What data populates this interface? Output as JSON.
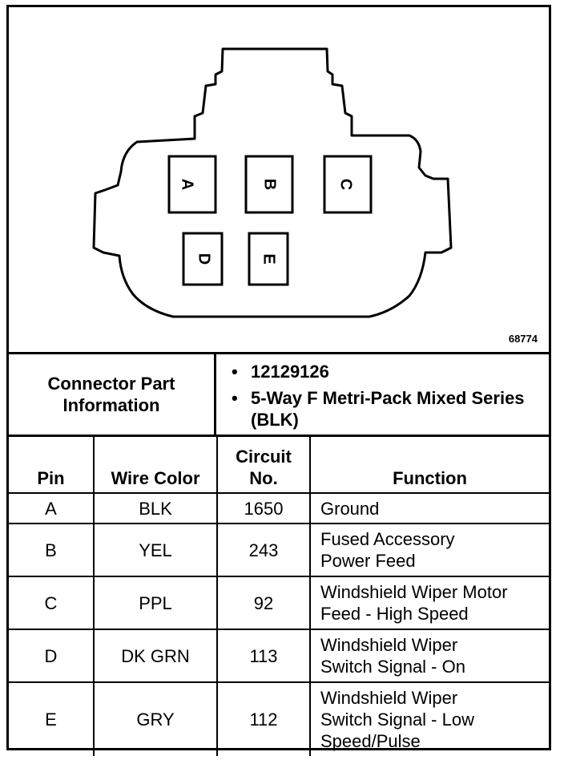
{
  "figure_id": "68774",
  "connector": {
    "pins": [
      {
        "label": "A"
      },
      {
        "label": "B"
      },
      {
        "label": "C"
      },
      {
        "label": "D"
      },
      {
        "label": "E"
      }
    ]
  },
  "part_info": {
    "label_lines": [
      "Connector Part",
      "Information"
    ],
    "items": [
      {
        "bullet": "•",
        "text": "12129126"
      },
      {
        "bullet": "•",
        "text": "5-Way F Metri-Pack Mixed Series (BLK)"
      }
    ]
  },
  "table": {
    "headers": {
      "pin": "Pin",
      "wire_color": "Wire Color",
      "circuit_line1": "Circuit",
      "circuit_line2": "No.",
      "function": "Function"
    },
    "rows": [
      {
        "pin": "A",
        "wire_color": "BLK",
        "circuit": "1650",
        "function": [
          "Ground"
        ]
      },
      {
        "pin": "B",
        "wire_color": "YEL",
        "circuit": "243",
        "function": [
          "Fused Accessory",
          "Power Feed"
        ]
      },
      {
        "pin": "C",
        "wire_color": "PPL",
        "circuit": "92",
        "function": [
          "Windshield Wiper Motor",
          "Feed - High Speed"
        ]
      },
      {
        "pin": "D",
        "wire_color": "DK GRN",
        "circuit": "113",
        "function": [
          "Windshield Wiper",
          "Switch Signal - On"
        ]
      },
      {
        "pin": "E",
        "wire_color": "GRY",
        "circuit": "112",
        "function": [
          "Windshield Wiper",
          "Switch Signal - Low",
          "Speed/Pulse"
        ]
      }
    ]
  }
}
